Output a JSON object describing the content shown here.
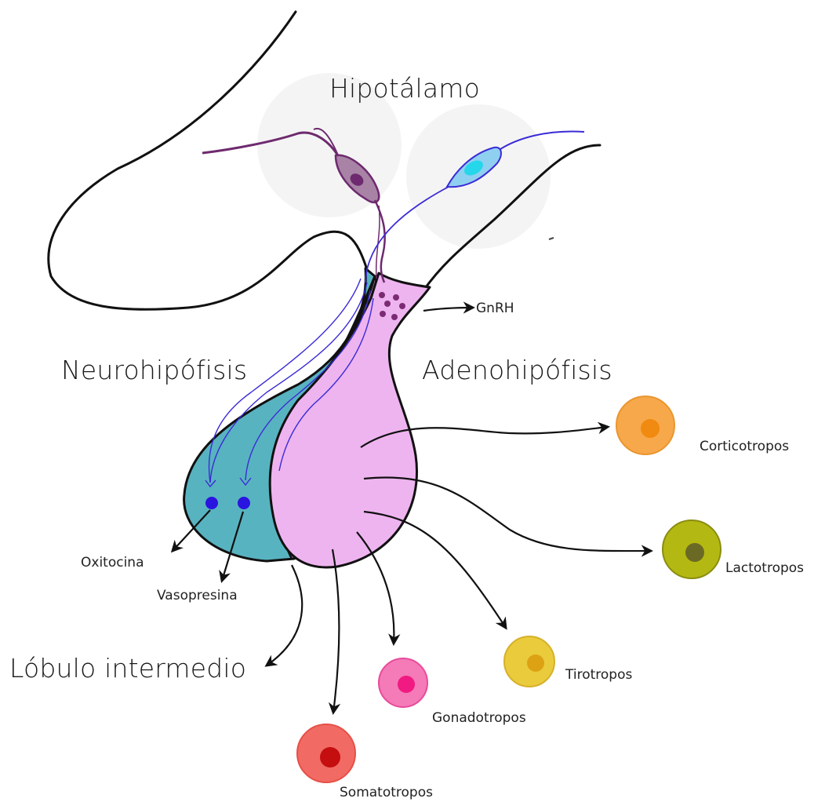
{
  "labels": {
    "hypothalamus": "Hipotálamo",
    "neurohypophysis": "Neurohipófisis",
    "adenohypophysis": "Adenohipófisis",
    "intermediate_lobe": "Lóbulo intermedio",
    "gnrh": "GnRH",
    "oxytocin": "Oxitocina",
    "vasopressin": "Vasopresina"
  },
  "cells": {
    "corticotropes": {
      "label": "Corticotropos",
      "color": "#f7a84a",
      "nucleus": "#f08a10"
    },
    "lactotropes": {
      "label": "Lactotropos",
      "color": "#b4b812",
      "nucleus": "#6b6a25"
    },
    "thyrotropes": {
      "label": "Tirotropos",
      "color": "#eacb3c",
      "nucleus": "#dca214"
    },
    "gonadotropes": {
      "label": "Gonadotropos",
      "color": "#f47ab8",
      "nucleus": "#f01a82"
    },
    "somatotropes": {
      "label": "Somatotropos",
      "color": "#f26a64",
      "nucleus": "#c40e10"
    }
  },
  "colors": {
    "neurohypophysis": "#58b3c0",
    "adenohypophysis": "#eeb4f0",
    "intermediate_lobe": "#b98ab6",
    "neuron_purple": "#6e2a6e",
    "neuron_blue": "#3b2bd6",
    "gnrh_granules": "#7b2b73"
  }
}
